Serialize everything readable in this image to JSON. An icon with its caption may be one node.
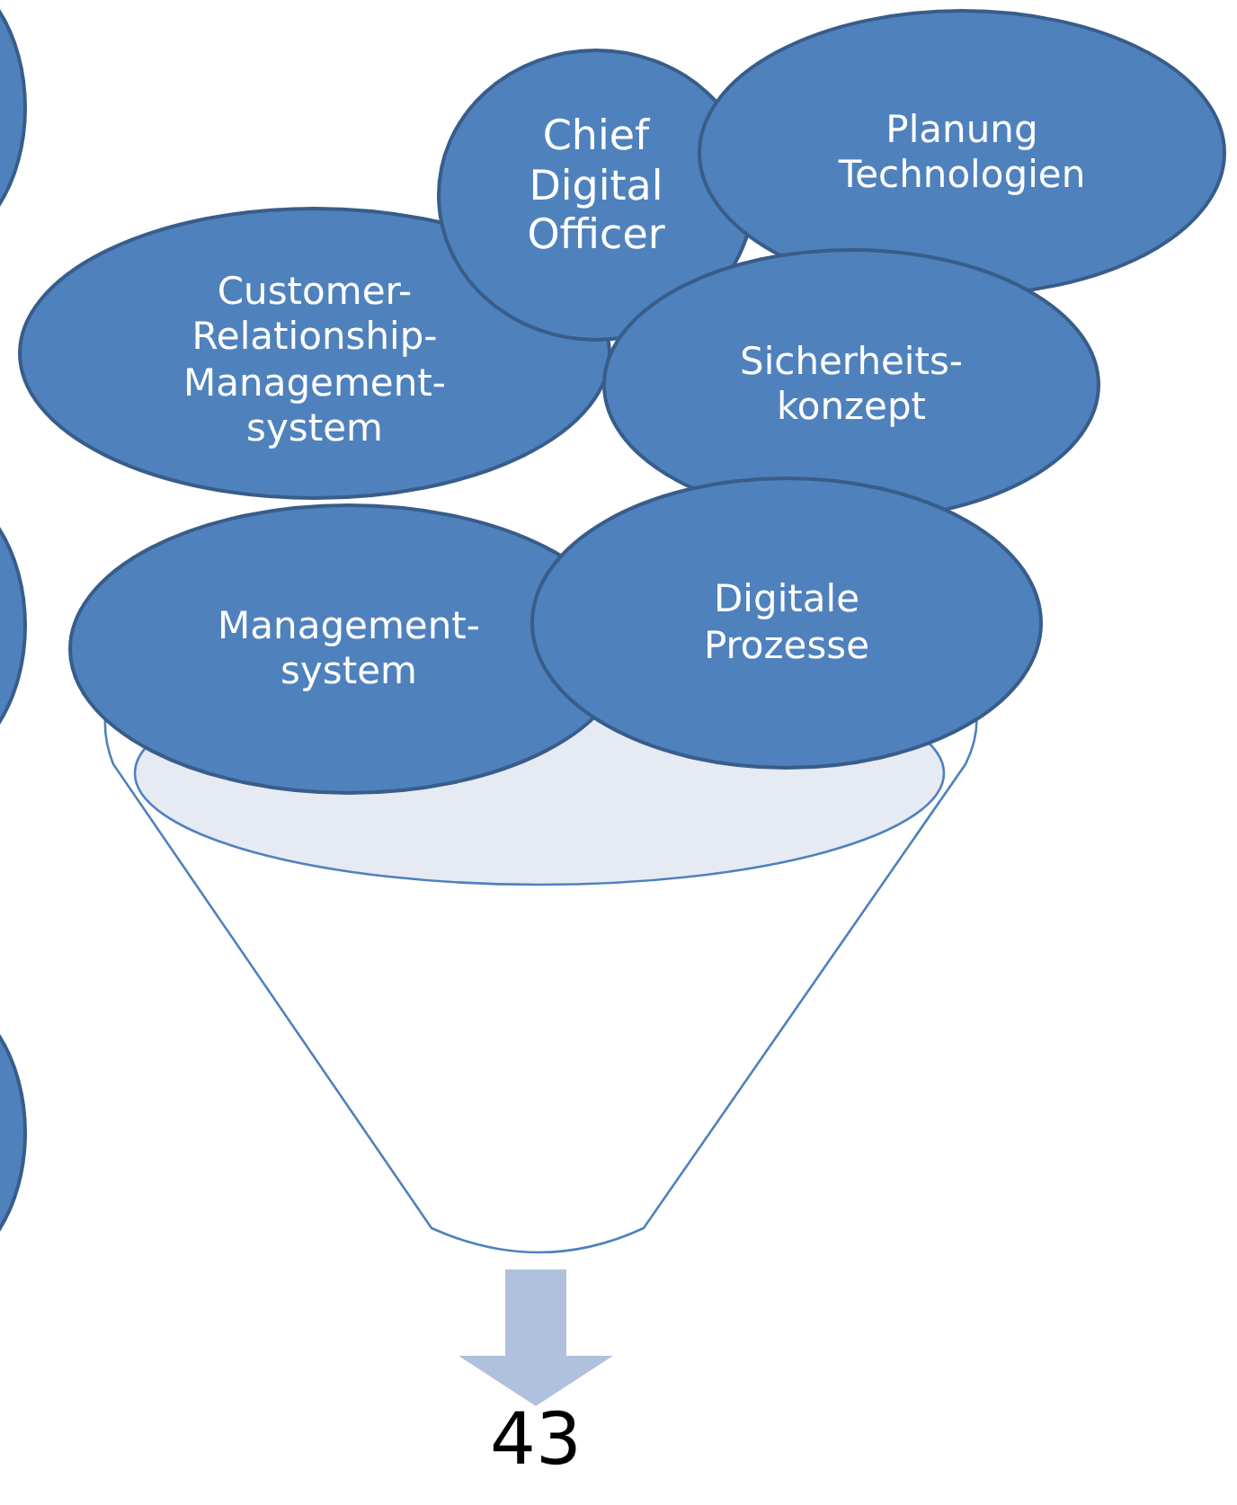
{
  "diagram": {
    "nodes": [
      {
        "text": [],
        "shape": "ellipse"
      },
      {
        "text": [
          "Chief Digital Officer"
        ]
      },
      {
        "text": [
          "Planung Technologien"
        ]
      },
      {
        "text": [
          "Customer- Relationship- Management- system"
        ]
      },
      {
        "text": [
          "Sicherheits- konzept"
        ]
      },
      {
        "text": [],
        "shape": "ellipse"
      },
      {
        "text": [
          "Management- system"
        ]
      },
      {
        "text": [
          "Digitale Prozesse"
        ]
      },
      {
        "text": [],
        "shape": "funnel"
      },
      {
        "text": [],
        "shape": "ellipse"
      },
      {
        "text": [
          "43"
        ]
      }
    ],
    "edges": [
      {
        "from": 8,
        "to": 10,
        "arrow": "to"
      }
    ]
  }
}
